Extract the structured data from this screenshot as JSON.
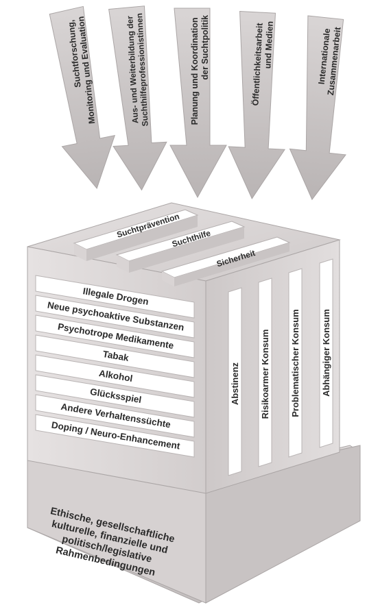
{
  "arrows": [
    {
      "lines": [
        "Suchtforschung,",
        "Monitoring und Evaluation"
      ]
    },
    {
      "lines": [
        "Aus- und Weiterbildung der",
        "Suchthilfeprofessionistinnen"
      ]
    },
    {
      "lines": [
        "Planung und Koordination",
        "der Suchtpolitik"
      ]
    },
    {
      "lines": [
        "Öffentlichkeitsarbeit",
        "und Medien"
      ]
    },
    {
      "lines": [
        "Internationale",
        "Zusammenarbeit"
      ]
    }
  ],
  "top_pillars": [
    "Suchtprävention",
    "Suchthilfe",
    "Sicherheit"
  ],
  "front_rows": [
    "Illegale Drogen",
    "Neue psychoaktive Substanzen",
    "Psychotrope Medikamente",
    "Tabak",
    "Alkohol",
    "Glücksspiel",
    "Andere Verhaltenssüchte",
    "Doping / Neuro-Enhancement"
  ],
  "side_columns": [
    "Abstinenz",
    "Risikoarmer Konsum",
    "Problematischer Konsum",
    "Abhängiger Konsum"
  ],
  "base_text": [
    "Ethische, gesellschaftliche",
    "kulturelle, finanzielle und",
    "politisch/legislative",
    "Rahmenbedingungen"
  ],
  "colors": {
    "arrow_fill": "#c9c5c5",
    "cube_face": "#dcd7d7",
    "strip": "#ffffff",
    "text": "#2a2a2a"
  }
}
